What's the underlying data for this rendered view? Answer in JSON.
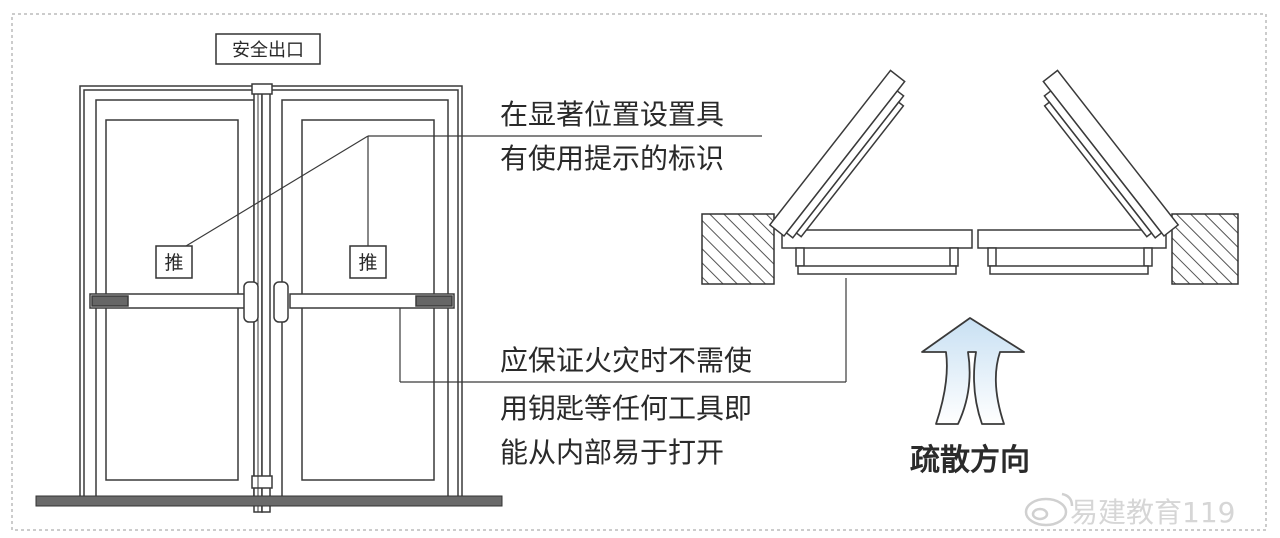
{
  "sign": {
    "exit_sign": "安全出口",
    "push_left": "推",
    "push_right": "推"
  },
  "annotations": {
    "top_line1": "在显著位置设置具",
    "top_line2": "有使用提示的标识",
    "bottom_line1": "应保证火灾时不需使",
    "bottom_line2": "用钥匙等任何工具即",
    "bottom_line3": "能从内部易于打开"
  },
  "arrow_label": "疏散方向",
  "watermark": "易建教育119",
  "colors": {
    "line": "#3a3a3a",
    "arrow_fill": "#d4e8f6",
    "hatch": "#555555"
  }
}
